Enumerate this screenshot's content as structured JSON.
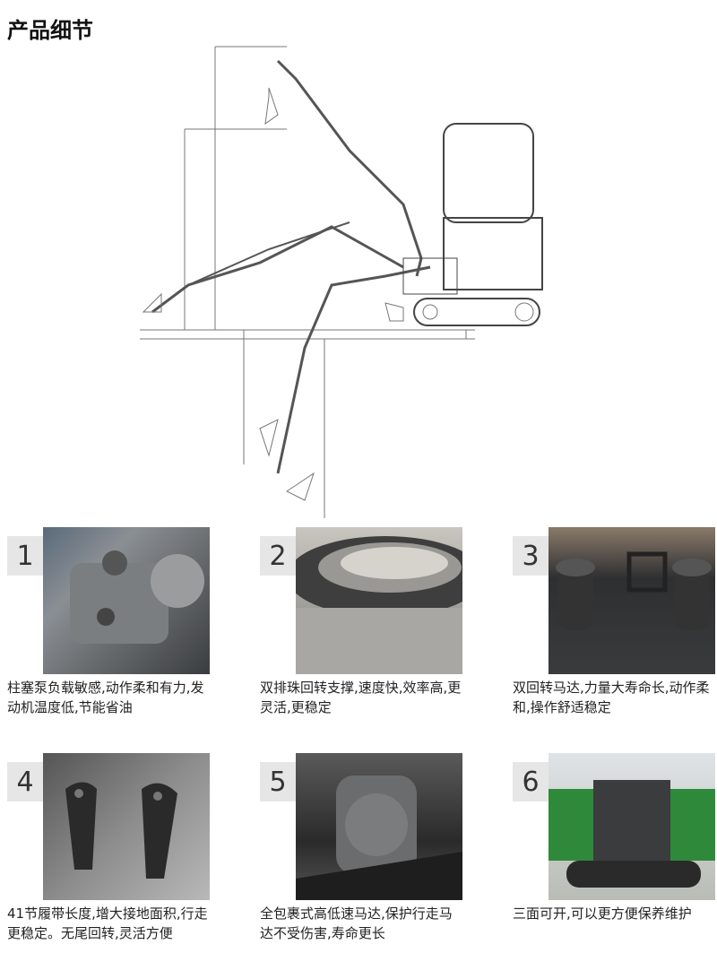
{
  "title": "产品细节",
  "details": [
    {
      "number": "1",
      "text": "柱塞泵负载敏感,动作柔和有力,发动机温度低,节能省油",
      "image": "hydraulic-pump-photo"
    },
    {
      "number": "2",
      "text": "双排珠回转支撑,速度快,效率高,更灵活,更稳定",
      "image": "slewing-bearing-photo"
    },
    {
      "number": "3",
      "text": "双回转马达,力量大寿命长,动作柔和,操作舒适稳定",
      "image": "swing-motors-photo"
    },
    {
      "number": "4",
      "text": "41节履带长度,增大接地面积,行走更稳定。无尾回转,灵活方便",
      "image": "joysticks-photo"
    },
    {
      "number": "5",
      "text": "全包裹式高低速马达,保护行走马达不受伤害,寿命更长",
      "image": "travel-motor-photo"
    },
    {
      "number": "6",
      "text": "三面可开,可以更方便保养维护",
      "image": "open-panels-photo"
    }
  ]
}
